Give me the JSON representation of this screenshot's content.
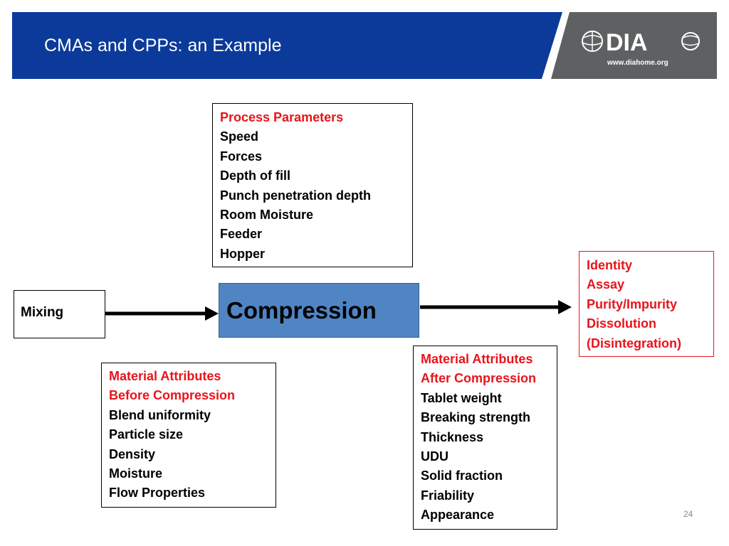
{
  "header": {
    "title": "CMAs and CPPs: an Example",
    "logo_text": "DIA",
    "logo_url": "www.diahome.org",
    "colors": {
      "blue": "#0b3a9a",
      "gray": "#5e6062"
    }
  },
  "process_parameters": {
    "heading": "Process Parameters",
    "items": [
      "Speed",
      "Forces",
      "Depth of fill",
      "Punch penetration depth",
      "Room Moisture",
      "Feeder",
      "Hopper"
    ]
  },
  "mixing": {
    "label": "Mixing"
  },
  "compression": {
    "label": "Compression"
  },
  "outputs": {
    "items": [
      "Identity",
      "Assay",
      "Purity/Impurity",
      "Dissolution",
      "(Disintegration)"
    ]
  },
  "material_before": {
    "heading_line1": "Material Attributes",
    "heading_line2": "Before Compression",
    "items": [
      "Blend uniformity",
      "Particle size",
      "Density",
      "Moisture",
      "Flow Properties"
    ]
  },
  "material_after": {
    "heading_line1": "Material Attributes",
    "heading_line2": "After Compression",
    "items": [
      "Tablet weight",
      "Breaking strength",
      "Thickness",
      "UDU",
      "Solid fraction",
      "Friability",
      "Appearance"
    ]
  },
  "page_number": "24",
  "colors": {
    "heading_red": "#e8141b",
    "compression_fill": "#5085c4"
  }
}
